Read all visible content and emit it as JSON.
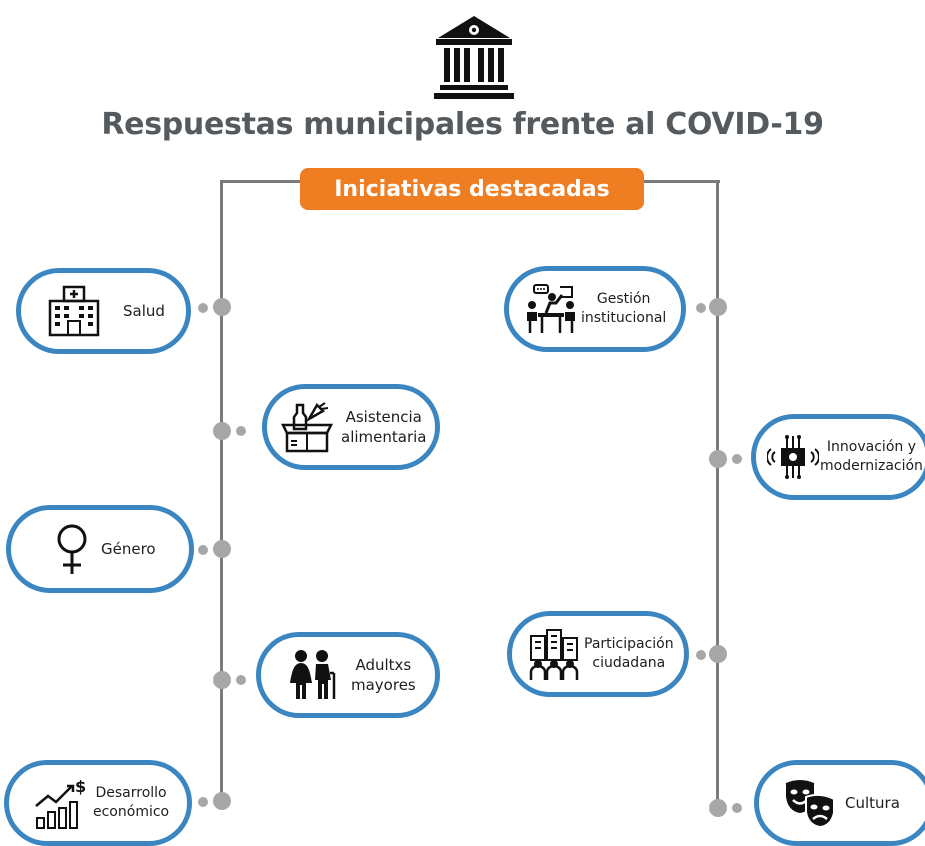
{
  "header": {
    "title": "Respuestas municipales frente al COVID-19",
    "banner": "Iniciativas destacadas",
    "logo_icon": "government-building-icon"
  },
  "colors": {
    "accent_orange": "#ef7d22",
    "pill_border_blue": "#3b86c1",
    "title_gray": "#555a5e",
    "connector_gray": "#7b7b7b",
    "dot_gray": "#a7a7a7"
  },
  "left_items": [
    {
      "lines": [
        "Salud"
      ],
      "icon": "hospital-icon"
    },
    {
      "lines": [
        "Asistencia",
        "alimentaria"
      ],
      "icon": "food-box-icon"
    },
    {
      "lines": [
        "Género"
      ],
      "icon": "female-symbol-icon"
    },
    {
      "lines": [
        "Adultxs",
        "mayores"
      ],
      "icon": "elderly-couple-icon"
    },
    {
      "lines": [
        "Desarrollo",
        "económico"
      ],
      "icon": "growth-chart-icon"
    }
  ],
  "right_items": [
    {
      "lines": [
        "Gestión",
        "institucional"
      ],
      "icon": "meeting-icon"
    },
    {
      "lines": [
        "Innovación y",
        "modernización"
      ],
      "icon": "chip-icon"
    },
    {
      "lines": [
        "Participación",
        "ciudadana"
      ],
      "icon": "city-people-icon"
    },
    {
      "lines": [
        "Cultura"
      ],
      "icon": "theater-masks-icon"
    }
  ]
}
